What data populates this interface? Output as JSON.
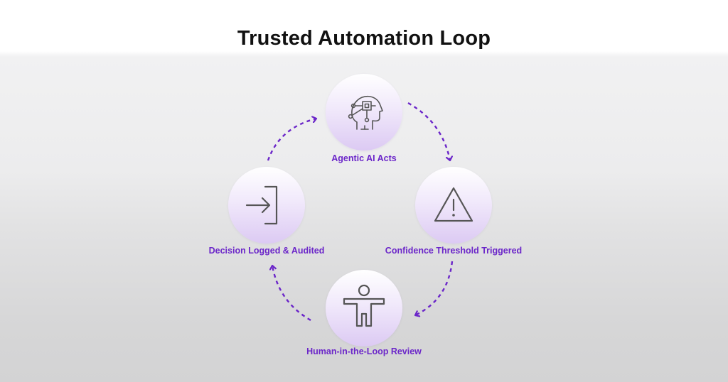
{
  "title": "Trusted Automation Loop",
  "colors": {
    "accent": "#6b26c9",
    "icon_stroke": "#555555",
    "circle_fill": "#e4d4f5"
  },
  "steps": [
    {
      "label": "Agentic AI Acts",
      "icon": "ai-head-icon"
    },
    {
      "label": "Confidence Threshold Triggered",
      "icon": "warning-triangle-icon"
    },
    {
      "label": "Human-in-the-Loop Review",
      "icon": "person-icon"
    },
    {
      "label": "Decision Logged & Audited",
      "icon": "log-in-icon"
    }
  ]
}
